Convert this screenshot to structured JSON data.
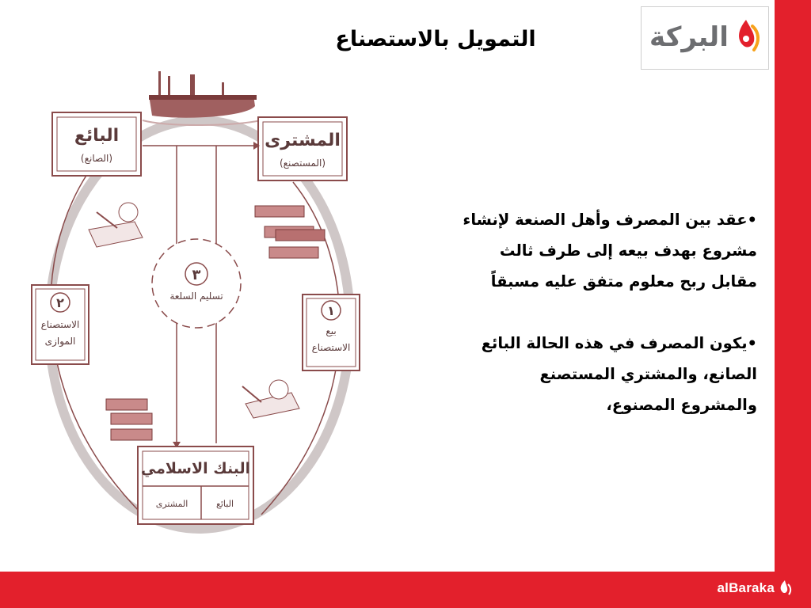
{
  "title": "التمويل بالاستصناع",
  "logo": {
    "text": "البركة",
    "footer_brand": "alBaraka"
  },
  "bullets": [
    {
      "lines": [
        "•عقد بين المصرف وأهل الصنعة لإنشاء",
        "مشروع بهدف بيعه إلى طرف ثالث",
        "مقابل ربح معلوم متفق عليه مسبقاً"
      ]
    },
    {
      "lines": [
        "•يكون المصرف في هذه الحالة البائع",
        "الصانع، والمشتري المستصنع",
        "والمشروع المصنوع،"
      ]
    }
  ],
  "diagram": {
    "seller": {
      "title": "البائع",
      "subtitle": "(الصانع)"
    },
    "buyer": {
      "title": "المشترى",
      "subtitle": "(المستصنع)"
    },
    "bank": {
      "title": "البنك الاسلامي",
      "left_cell": "المشترى",
      "right_cell": "البائع"
    },
    "step1": {
      "number": "١",
      "line1": "بيع",
      "line2": "الاستصناع"
    },
    "step2": {
      "number": "٢",
      "line1": "الاستصناع",
      "line2": "الموازى"
    },
    "step3": {
      "number": "٣",
      "label": "تسليم السلعة"
    }
  },
  "colors": {
    "brand_red": "#e3202c",
    "diagram_brown": "#8a4b4b",
    "logo_gray": "#6d6e71"
  }
}
